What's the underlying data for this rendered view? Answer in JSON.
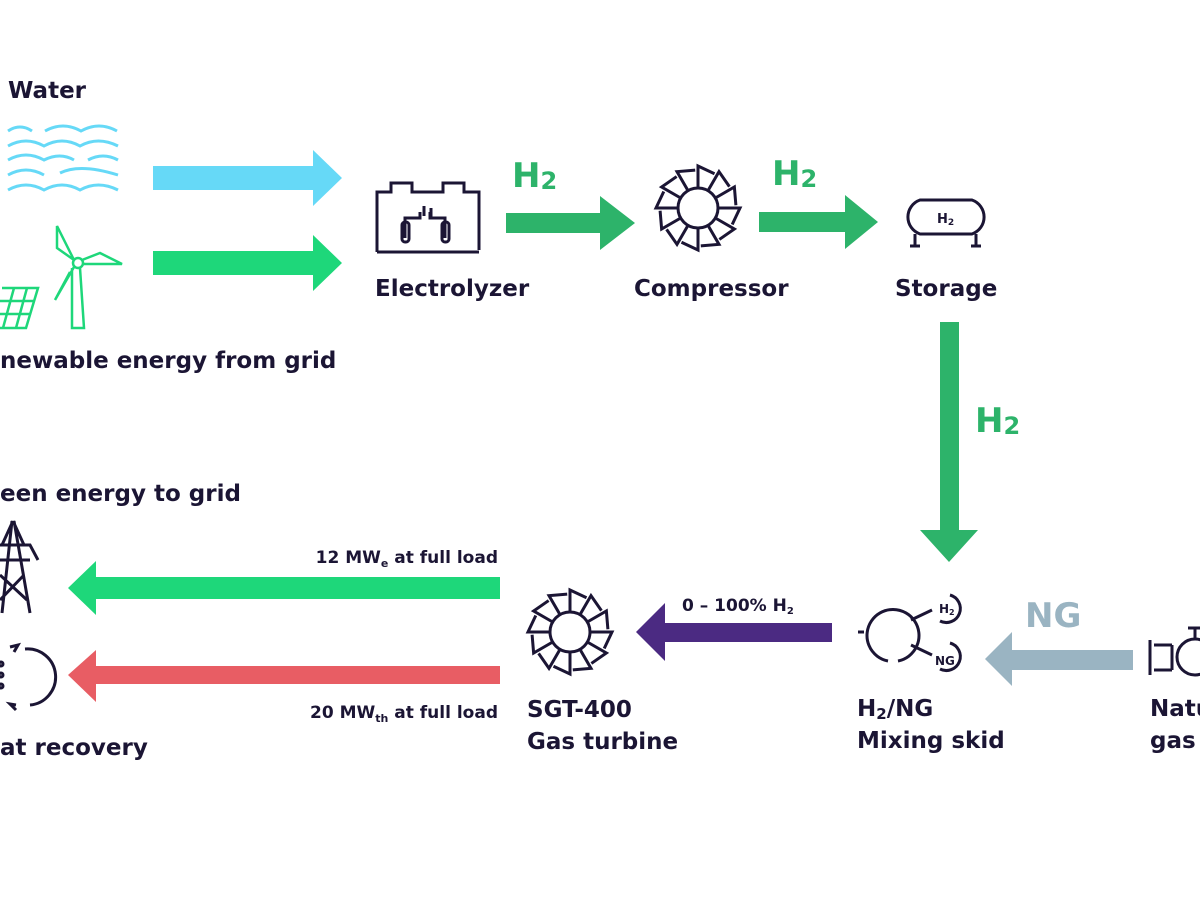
{
  "colors": {
    "ink": "#1b1534",
    "water": "#66d9f7",
    "renewable": "#1ed77a",
    "hydrogen": "#2db36a",
    "mix": "#4b2a82",
    "heat": "#e85d64",
    "gas": "#9ab4c2"
  },
  "inputs": {
    "water": "Water",
    "renewable": "newable energy from grid"
  },
  "components": {
    "electrolyzer": "Electrolyzer",
    "compressor": "Compressor",
    "storage": "Storage",
    "storage_icon_text": "H",
    "mixing_line1_a": "H",
    "mixing_line1_sub": "2",
    "mixing_line1_b": "/NG",
    "mixing_line2": "Mixing skid",
    "mixing_h2_badge": "H",
    "mixing_ng_badge": "NG",
    "turbine_line1": "SGT-400",
    "turbine_line2": "Gas turbine",
    "natural_gas_line1": "Natural",
    "natural_gas_line2": "gas"
  },
  "flows": {
    "h2": "H",
    "h2_sub": "2",
    "ng": "NG",
    "blend_a": "0 – 100% H",
    "blend_sub": "2",
    "power_a": "12 MW",
    "power_sub": "e",
    "power_b": " at full load",
    "heat_a": "20 MW",
    "heat_sub": "th",
    "heat_b": " at full load"
  },
  "outputs": {
    "grid": "een energy to grid",
    "heat": "at recovery"
  }
}
